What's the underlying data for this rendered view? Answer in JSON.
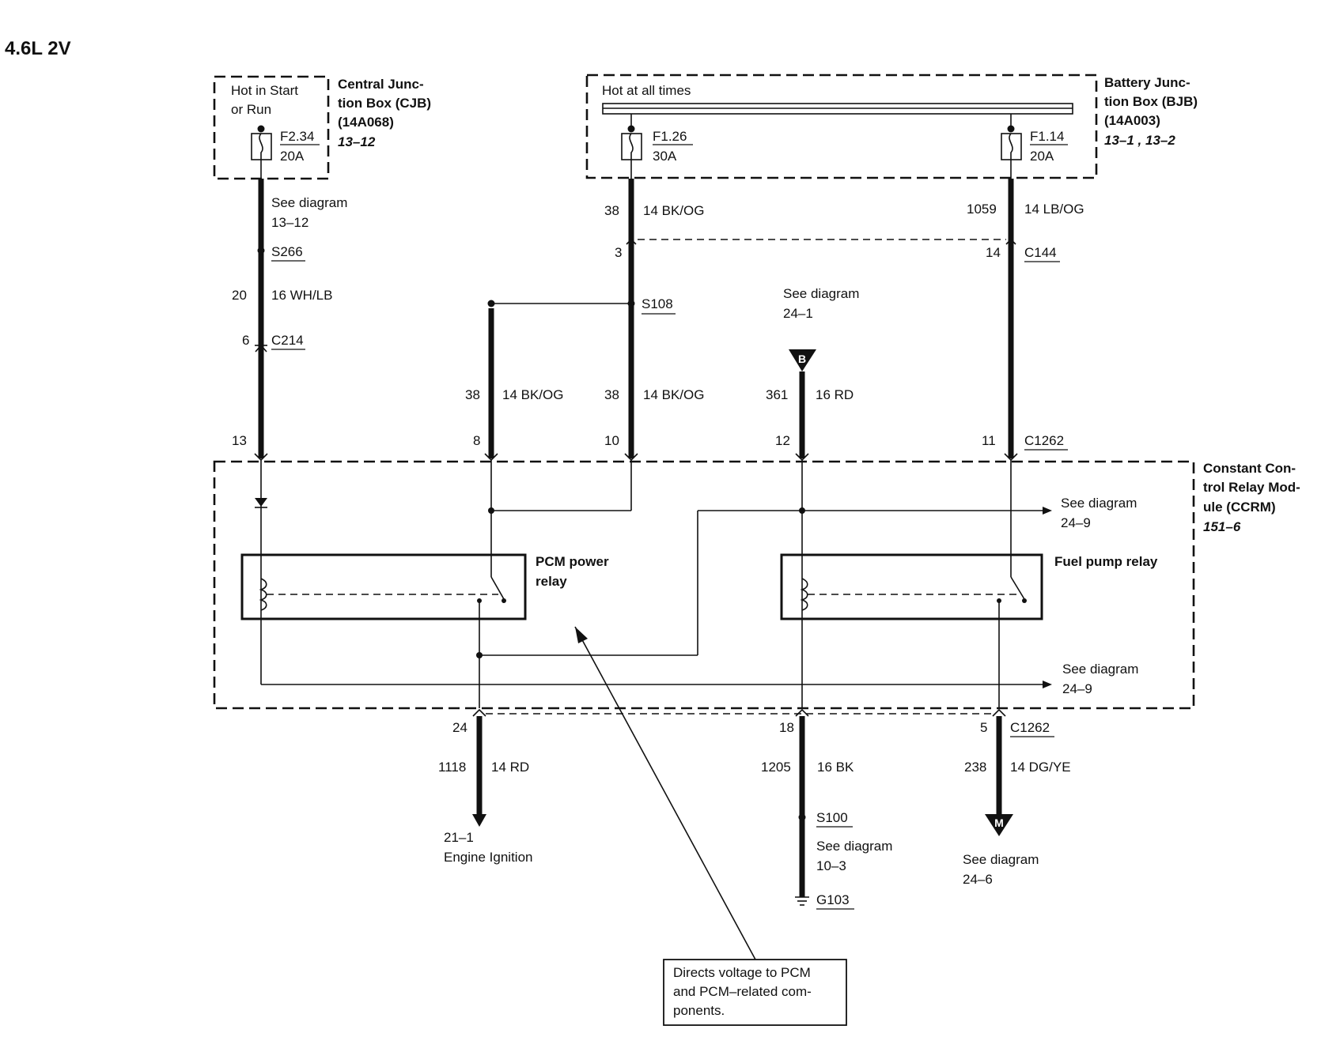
{
  "title": "4.6L 2V",
  "cjb": {
    "name": [
      "Central Junc-",
      "tion Box (CJB)",
      "(14A068)"
    ],
    "ref": "13–12",
    "hot_label": [
      "Hot in Start",
      "or Run"
    ],
    "fuse_id": "F2.34",
    "fuse_rating": "20A"
  },
  "bjb": {
    "name": [
      "Battery Junc-",
      "tion Box (BJB)",
      "(14A003)"
    ],
    "ref": "13–1 , 13–2",
    "hot_label": "Hot at all times",
    "fuse1_id": "F1.26",
    "fuse1_rating": "30A",
    "fuse2_id": "F1.14",
    "fuse2_rating": "20A"
  },
  "ccrm": {
    "name": [
      "Constant Con-",
      "trol Relay Mod-",
      "ule (CCRM)"
    ],
    "ref": "151–6",
    "pcm_relay": [
      "PCM power",
      "relay"
    ],
    "fuel_relay": "Fuel pump relay"
  },
  "labels": {
    "see_13_12": [
      "See diagram",
      "13–12"
    ],
    "s266": "S266",
    "c214": "C214",
    "c144": "C144",
    "s108": "S108",
    "see_24_1": [
      "See diagram",
      "24–1"
    ],
    "c1262_top": "C1262",
    "see_24_9_a": [
      "See diagram",
      "24–9"
    ],
    "see_24_9_b": [
      "See diagram",
      "24–9"
    ],
    "c1262_bottom": "C1262",
    "engine_ign": [
      "21–1",
      "Engine Ignition"
    ],
    "s100": "S100",
    "see_10_3": [
      "See diagram",
      "10–3"
    ],
    "g103": "G103",
    "see_24_6": [
      "See diagram",
      "24–6"
    ],
    "callout": [
      "Directs voltage to PCM",
      "and PCM–related com-",
      "ponents."
    ],
    "flag_b": "B",
    "flag_m": "M"
  },
  "wires": {
    "w20_circ": "20",
    "w20_spec": "16  WH/LB",
    "w38a_circ": "38",
    "w38a_spec": "14 BK/OG",
    "w1059_circ": "1059",
    "w1059_spec": "14 LB/OG",
    "w38b_circ": "38",
    "w38b_spec": "14 BK/OG",
    "w38c_circ": "38",
    "w38c_spec": "14 BK/OG",
    "w361_circ": "361",
    "w361_spec": "16 RD",
    "w1118_circ": "1118",
    "w1118_spec": "14 RD",
    "w1205_circ": "1205",
    "w1205_spec": "16 BK",
    "w238_circ": "238",
    "w238_spec": "14 DG/YE"
  },
  "pins": {
    "p3": "3",
    "p14": "14",
    "p6": "6",
    "p13": "13",
    "p8": "8",
    "p10": "10",
    "p12": "12",
    "p11": "11",
    "p24": "24",
    "p18": "18",
    "p5": "5"
  }
}
